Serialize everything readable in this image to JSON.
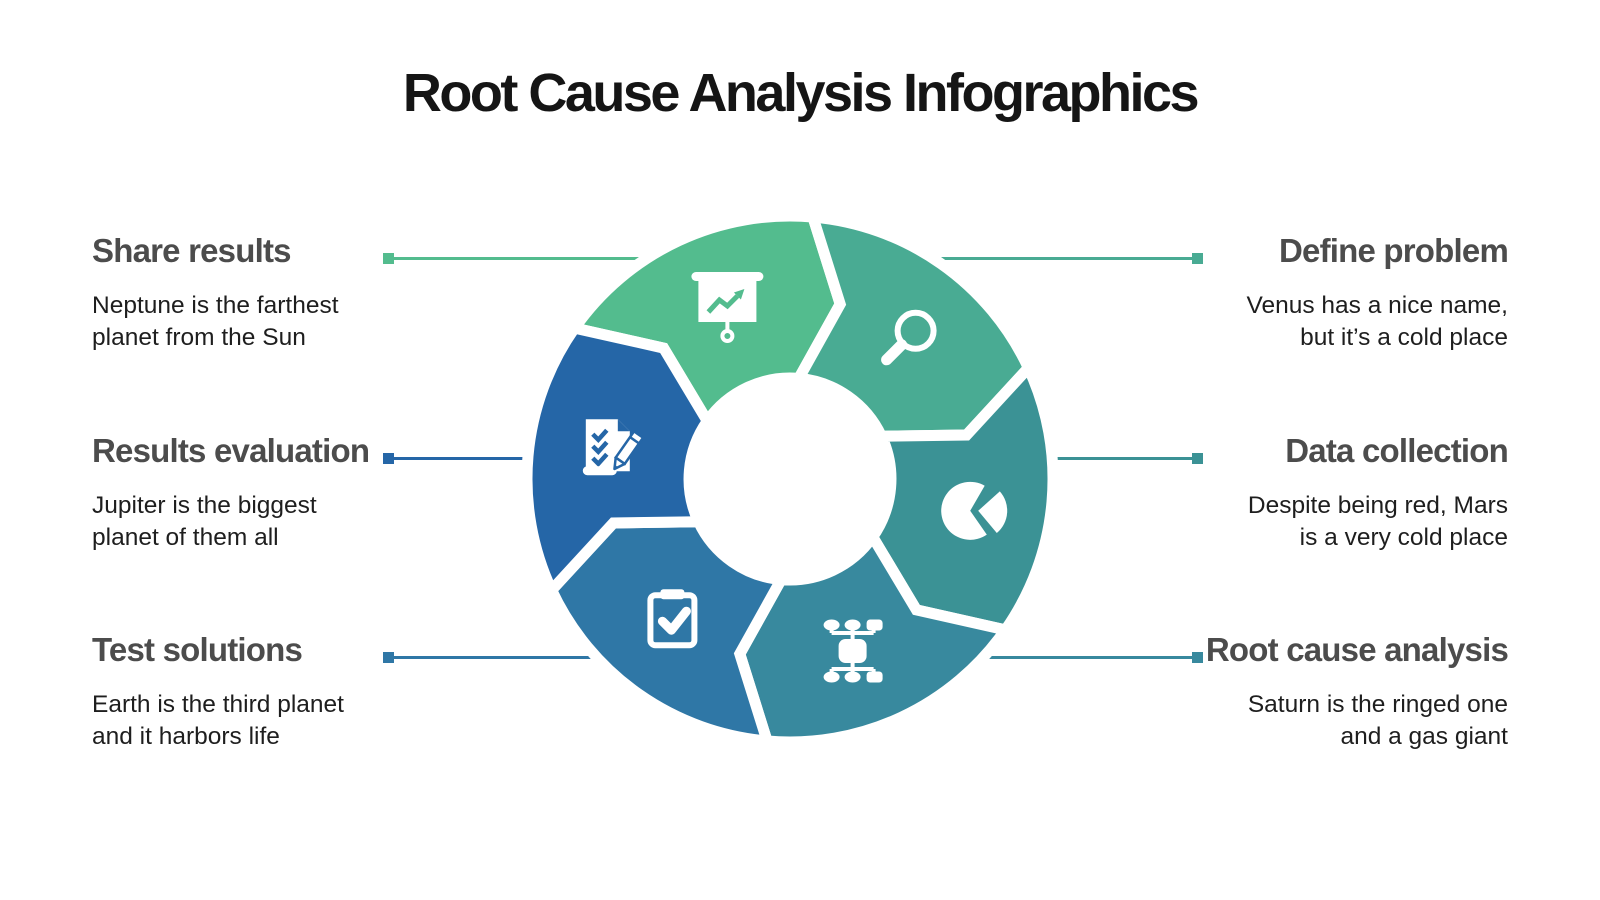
{
  "title": "Root Cause Analysis Infographics",
  "chart": {
    "type": "cycle-diagram",
    "direction": "clockwise",
    "steps": [
      {
        "id": "share-results",
        "label": "Share results",
        "description": "Neptune is the farthest\nplanet from the Sun",
        "color": "#53BC8E",
        "icon": "presentation-chart-icon",
        "side": "left",
        "row": 0
      },
      {
        "id": "define-problem",
        "label": "Define problem",
        "description": "Venus has a nice name,\nbut it’s a cold place",
        "color": "#49AB93",
        "icon": "magnifier-icon",
        "side": "right",
        "row": 0
      },
      {
        "id": "data-collection",
        "label": "Data collection",
        "description": "Despite being red, Mars\nis a very cold place",
        "color": "#3B9295",
        "icon": "pie-chart-icon",
        "side": "right",
        "row": 1
      },
      {
        "id": "root-cause-analysis",
        "label": "Root cause analysis",
        "description": "Saturn is the ringed one\nand a gas giant",
        "color": "#38899E",
        "icon": "hierarchy-icon",
        "side": "right",
        "row": 2
      },
      {
        "id": "test-solutions",
        "label": "Test solutions",
        "description": "Earth is the third planet\nand it harbors life",
        "color": "#2F77A6",
        "icon": "clipboard-check-icon",
        "side": "left",
        "row": 2
      },
      {
        "id": "results-evaluation",
        "label": "Results evaluation",
        "description": "Jupiter is the biggest\nplanet of them all",
        "color": "#2566A7",
        "icon": "document-check-pencil-icon",
        "side": "left",
        "row": 1
      }
    ]
  }
}
